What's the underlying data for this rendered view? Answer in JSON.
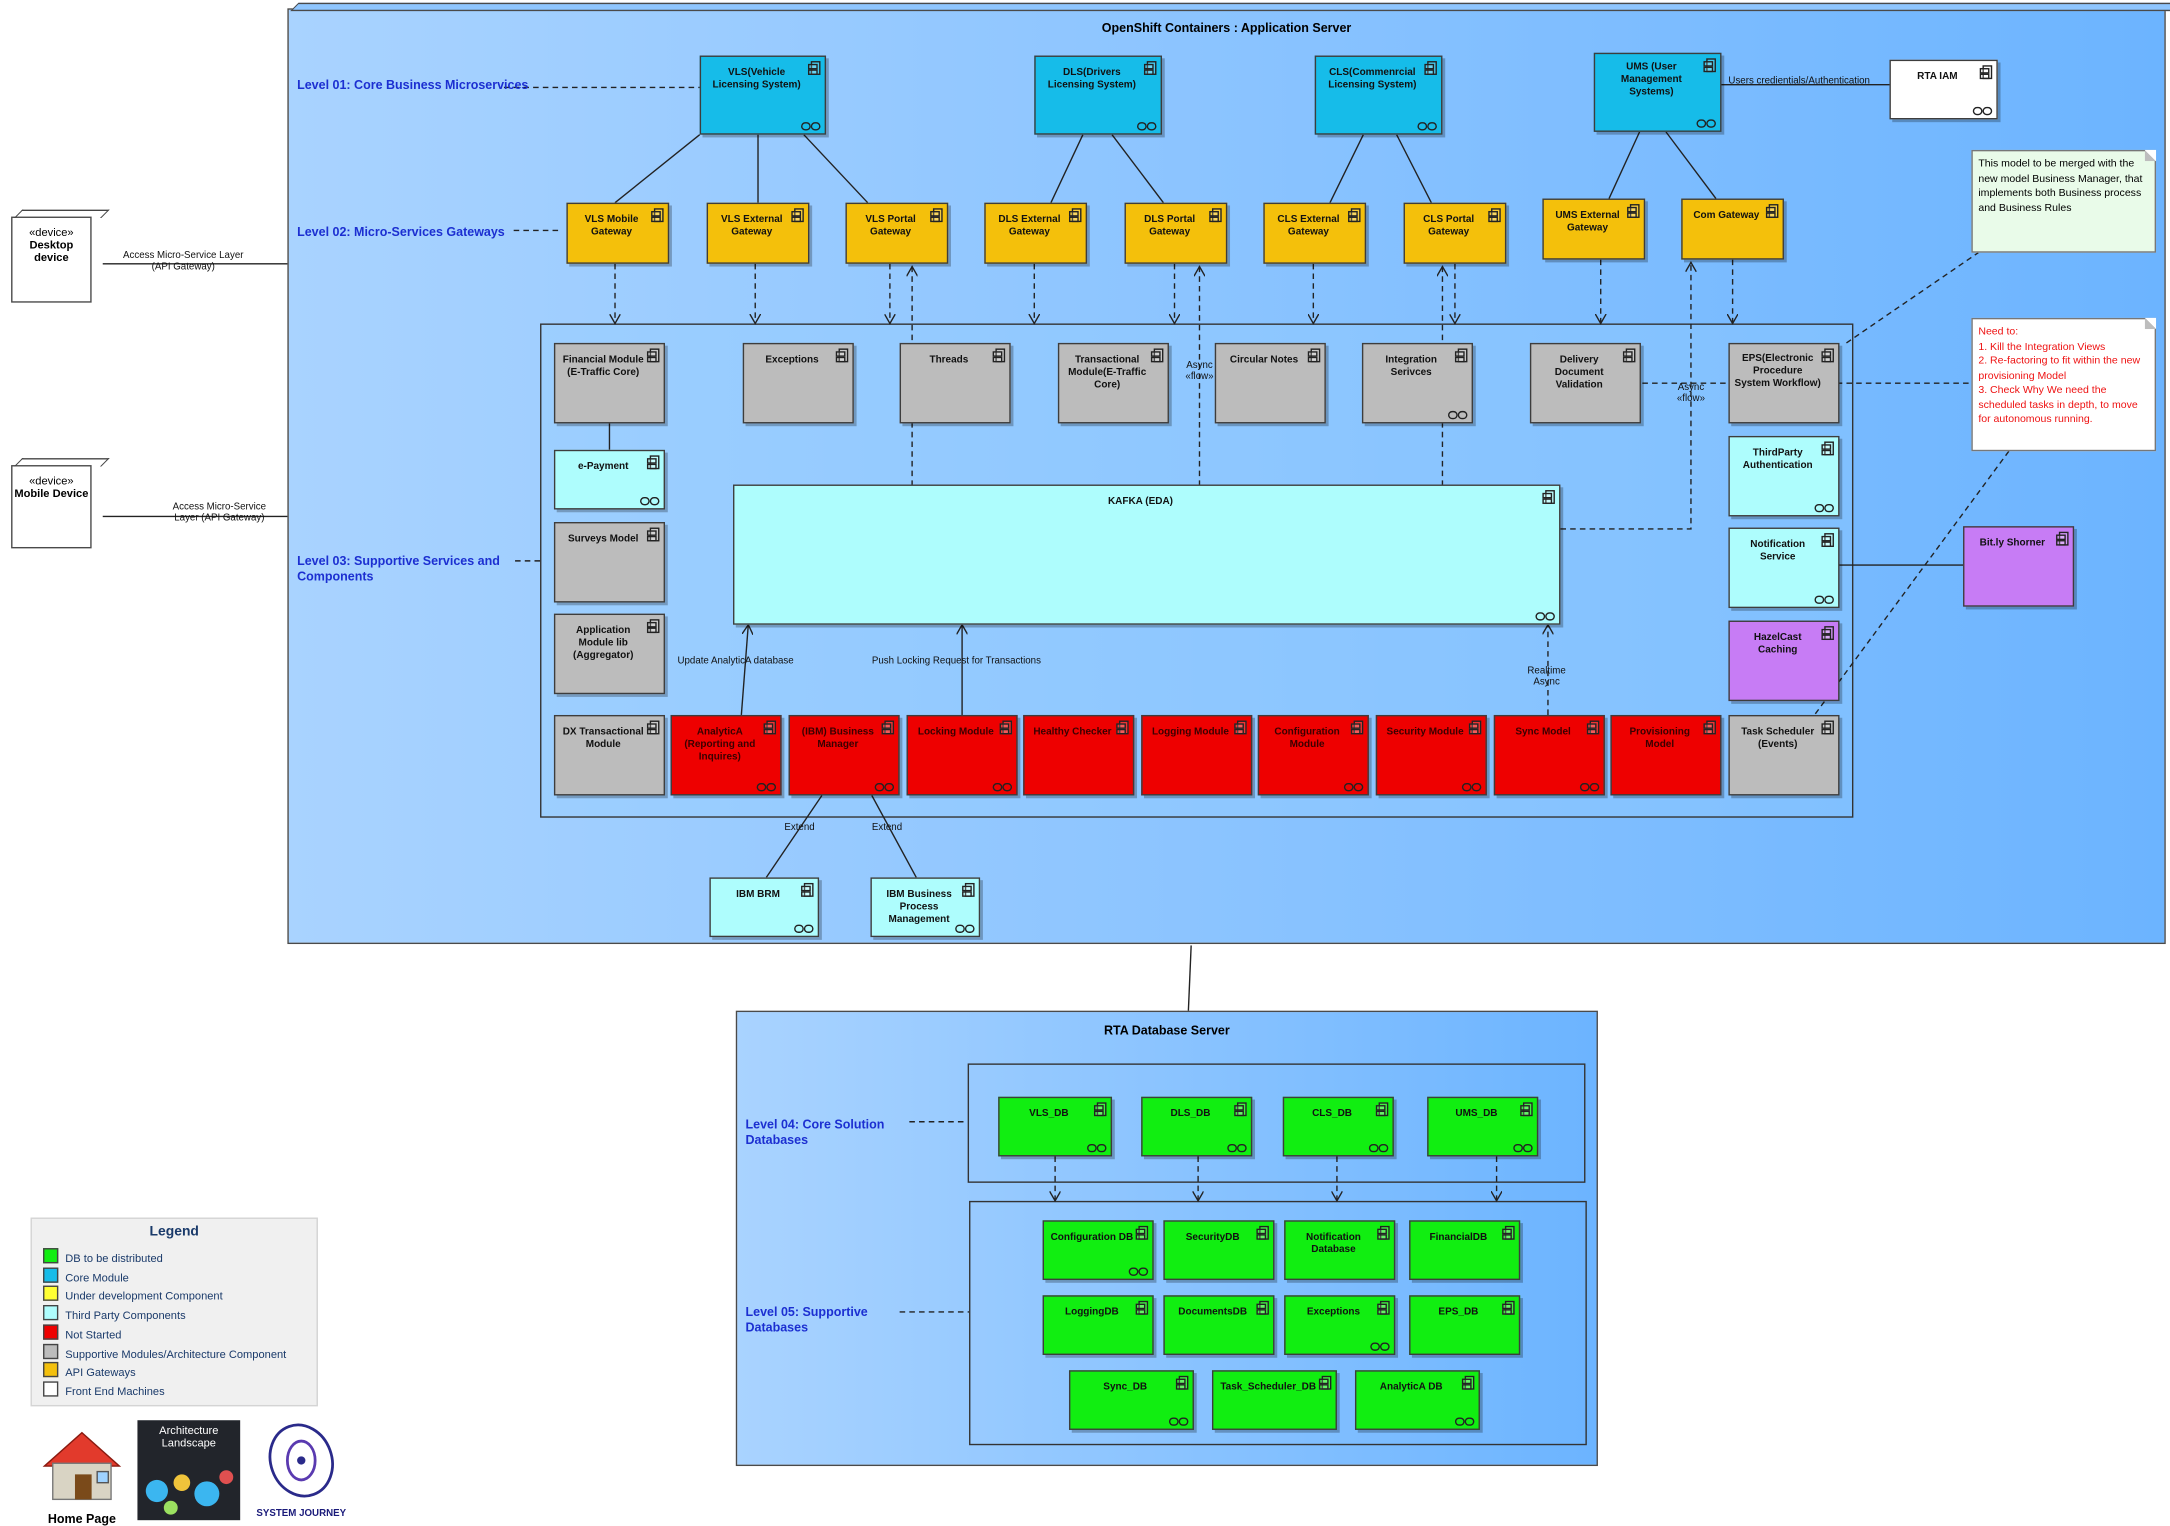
{
  "app_server": {
    "title": "OpenShift Containers : Application Server"
  },
  "db_server": {
    "title": "RTA Database Server"
  },
  "levels": {
    "l1": "Level 01: Core Business Microservices",
    "l2": "Level 02: Micro-Services Gateways",
    "l3": "Level 03: Supportive Services and Components",
    "l4": "Level 04: Core Solution Databases",
    "l5": "Level 05: Supportive Databases"
  },
  "devices": {
    "desktop": {
      "stereotype": "«device»",
      "name": "Desktop device"
    },
    "mobile": {
      "stereotype": "«device»",
      "name": "Mobile Device"
    }
  },
  "core": {
    "vls": "VLS(Vehicle Licensing System)",
    "dls": "DLS(Drivers Licensing System)",
    "cls": "CLS(Commenrcial Licensing System)",
    "ums": "UMS (User Management Systems)",
    "rta_iam": "RTA IAM"
  },
  "gateways": {
    "vls_mobile": "VLS Mobile Gateway",
    "vls_external": "VLS External Gateway",
    "vls_portal": "VLS Portal Gateway",
    "dls_external": "DLS External Gateway",
    "dls_portal": "DLS Portal Gateway",
    "cls_external": "CLS External Gateway",
    "cls_portal": "CLS Portal Gateway",
    "ums_external": "UMS External Gateway",
    "com": "Com Gateway"
  },
  "support": {
    "financial": "Financial Module (E-Traffic Core)",
    "exceptions": "Exceptions",
    "threads": "Threads",
    "transactional": "Transactional Module(E-Traffic Core)",
    "circular": "Circular Notes",
    "integration": "Integration Serivces",
    "delivery": "Delivery Document Validation",
    "eps": "EPS(Electronic Procedure System Workflow)",
    "epayment": "e-Payment",
    "surveys": "Surveys Model",
    "appmodule": "Application Module lib (Aggregator)",
    "kafka": "KAFKA (EDA)",
    "thirdparty": "ThirdParty Authentication",
    "notification": "Notification Service",
    "hazelcast": "HazelCast Caching",
    "bitly": "Bit.ly Shorner",
    "dx": "DX Transactional Module",
    "analytica": "AnalyticA (Reporting and Inquires)",
    "ibm_bm": "(IBM) Business Manager",
    "locking": "Locking Module",
    "healthy": "Healthy Checker",
    "logging": "Logging Module",
    "config": "Configuration Module",
    "security": "Security Module",
    "sync": "Sync Model",
    "provisioning": "Provisioning Model",
    "scheduler": "Task Scheduler (Events)",
    "ibm_brm": "IBM BRM",
    "ibm_bpm": "IBM Business Process Management"
  },
  "databases": {
    "vls_db": "VLS_DB",
    "dls_db": "DLS_DB",
    "cls_db": "CLS_DB",
    "ums_db": "UMS_DB",
    "config_db": "Configuration DB",
    "security_db": "SecurityDB",
    "notification_db": "Notification Database",
    "financial_db": "FinancialDB",
    "logging_db": "LoggingDB",
    "documents_db": "DocumentsDB",
    "exceptions_db": "Exceptions",
    "eps_db": "EPS_DB",
    "sync_db": "Sync_DB",
    "task_db": "Task_Scheduler_DB",
    "analytica_db": "AnalyticA DB"
  },
  "edge_labels": {
    "desktop_link": "Access Micro-Service Layer\n(API Gateway)",
    "mobile_link": "Access Micro-Service\nLayer (API Gateway)",
    "users_cred": "Users credientials/Authentication",
    "async_flow": "Async\n«flow»",
    "update_analytica": "Update AnalyticA database",
    "push_locking": "Push Locking Request for Transactions",
    "realtime": "Realtime\nAsync",
    "extend": "Extend"
  },
  "notes": {
    "merge": "This model to be merged with the new model Business Manager, that implements both Business process and Business Rules",
    "todo": "Need to:\n1. Kill the Integration Views\n2. Re-factoring to fit within the new provisioning Model\n3. Check Why We need the scheduled tasks in depth, to move for autonomous running."
  },
  "legend": {
    "title": "Legend",
    "items": [
      {
        "label": "DB to be distributed",
        "color": "#11ee11"
      },
      {
        "label": "Core Module",
        "color": "#16bce9"
      },
      {
        "label": "Under development Component",
        "color": "#ffff33"
      },
      {
        "label": "Third Party Components",
        "color": "#aefdfd"
      },
      {
        "label": "Not Started",
        "color": "#ee0000"
      },
      {
        "label": "Supportive Modules/Architecture Component",
        "color": "#bcbcbc"
      },
      {
        "label": "API Gateways",
        "color": "#f4c00b"
      },
      {
        "label": "Front End Machines",
        "color": "#ffffff"
      }
    ]
  },
  "footer": {
    "home": "Home Page",
    "architecture": "Architecture Landscape",
    "journey": "SYSTEM JOURNEY"
  }
}
